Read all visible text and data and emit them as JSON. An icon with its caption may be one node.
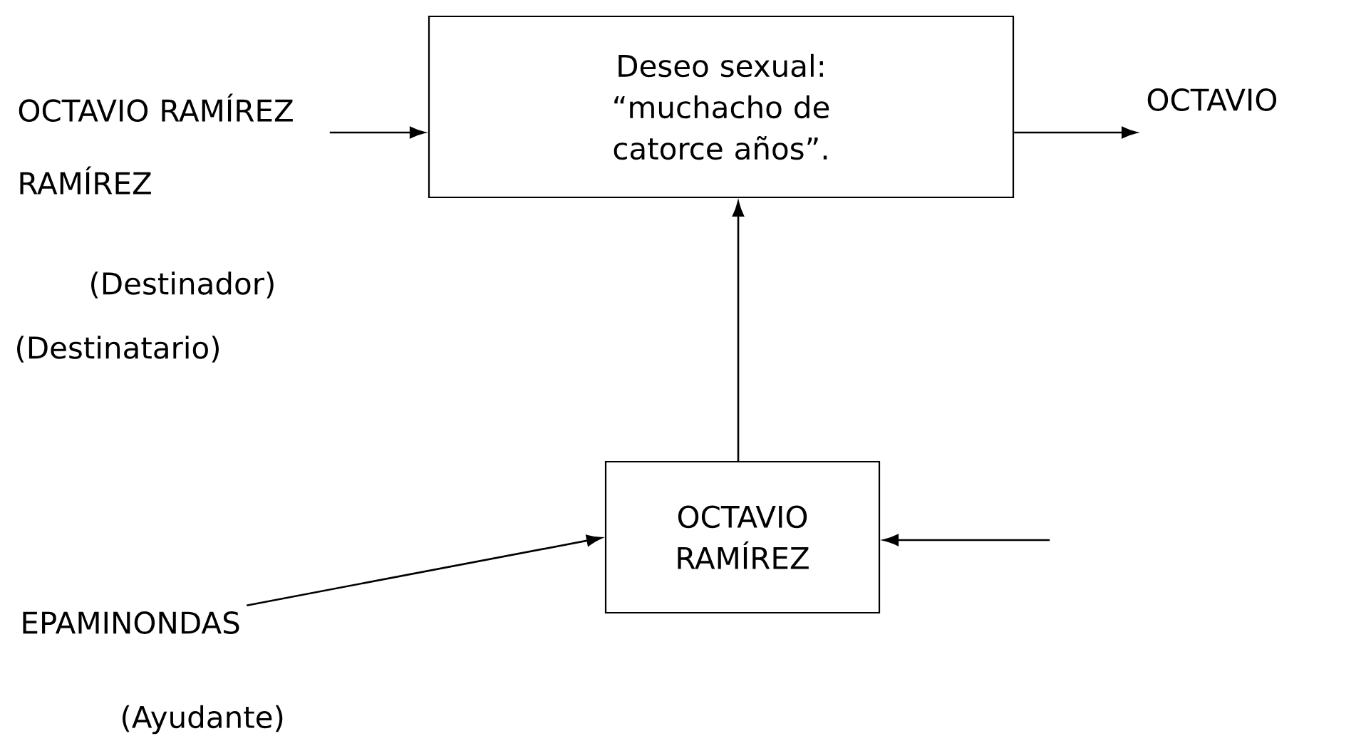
{
  "diagram": {
    "nodes": [
      {
        "text": [
          "OCTAVIO RAMÍREZ RAMÍREZ"
        ],
        "beside": [
          "(Destinador)"
        ]
      },
      {
        "text": [
          "Deseo sexual: “muchacho de catorce años”."
        ]
      },
      {
        "text": [
          "OCTAVIO"
        ]
      },
      {
        "text": [
          "OCTAVIO RAMÍREZ"
        ]
      },
      {
        "text": [
          "EPAMINONDAS"
        ],
        "beside": [
          "(Ayudante)"
        ]
      }
    ],
    "edges": [
      {
        "from": 0,
        "to": 1,
        "arrow": "to"
      },
      {
        "from": 1,
        "to": 2,
        "arrow": "to"
      },
      {
        "from": 3,
        "to": 1,
        "arrow": "to"
      },
      {
        "from": 4,
        "to": 3,
        "arrow": "to"
      },
      {
        "from": null,
        "to": 3,
        "arrow": "to"
      }
    ],
    "labels": [
      "(Destinatario)"
    ]
  }
}
